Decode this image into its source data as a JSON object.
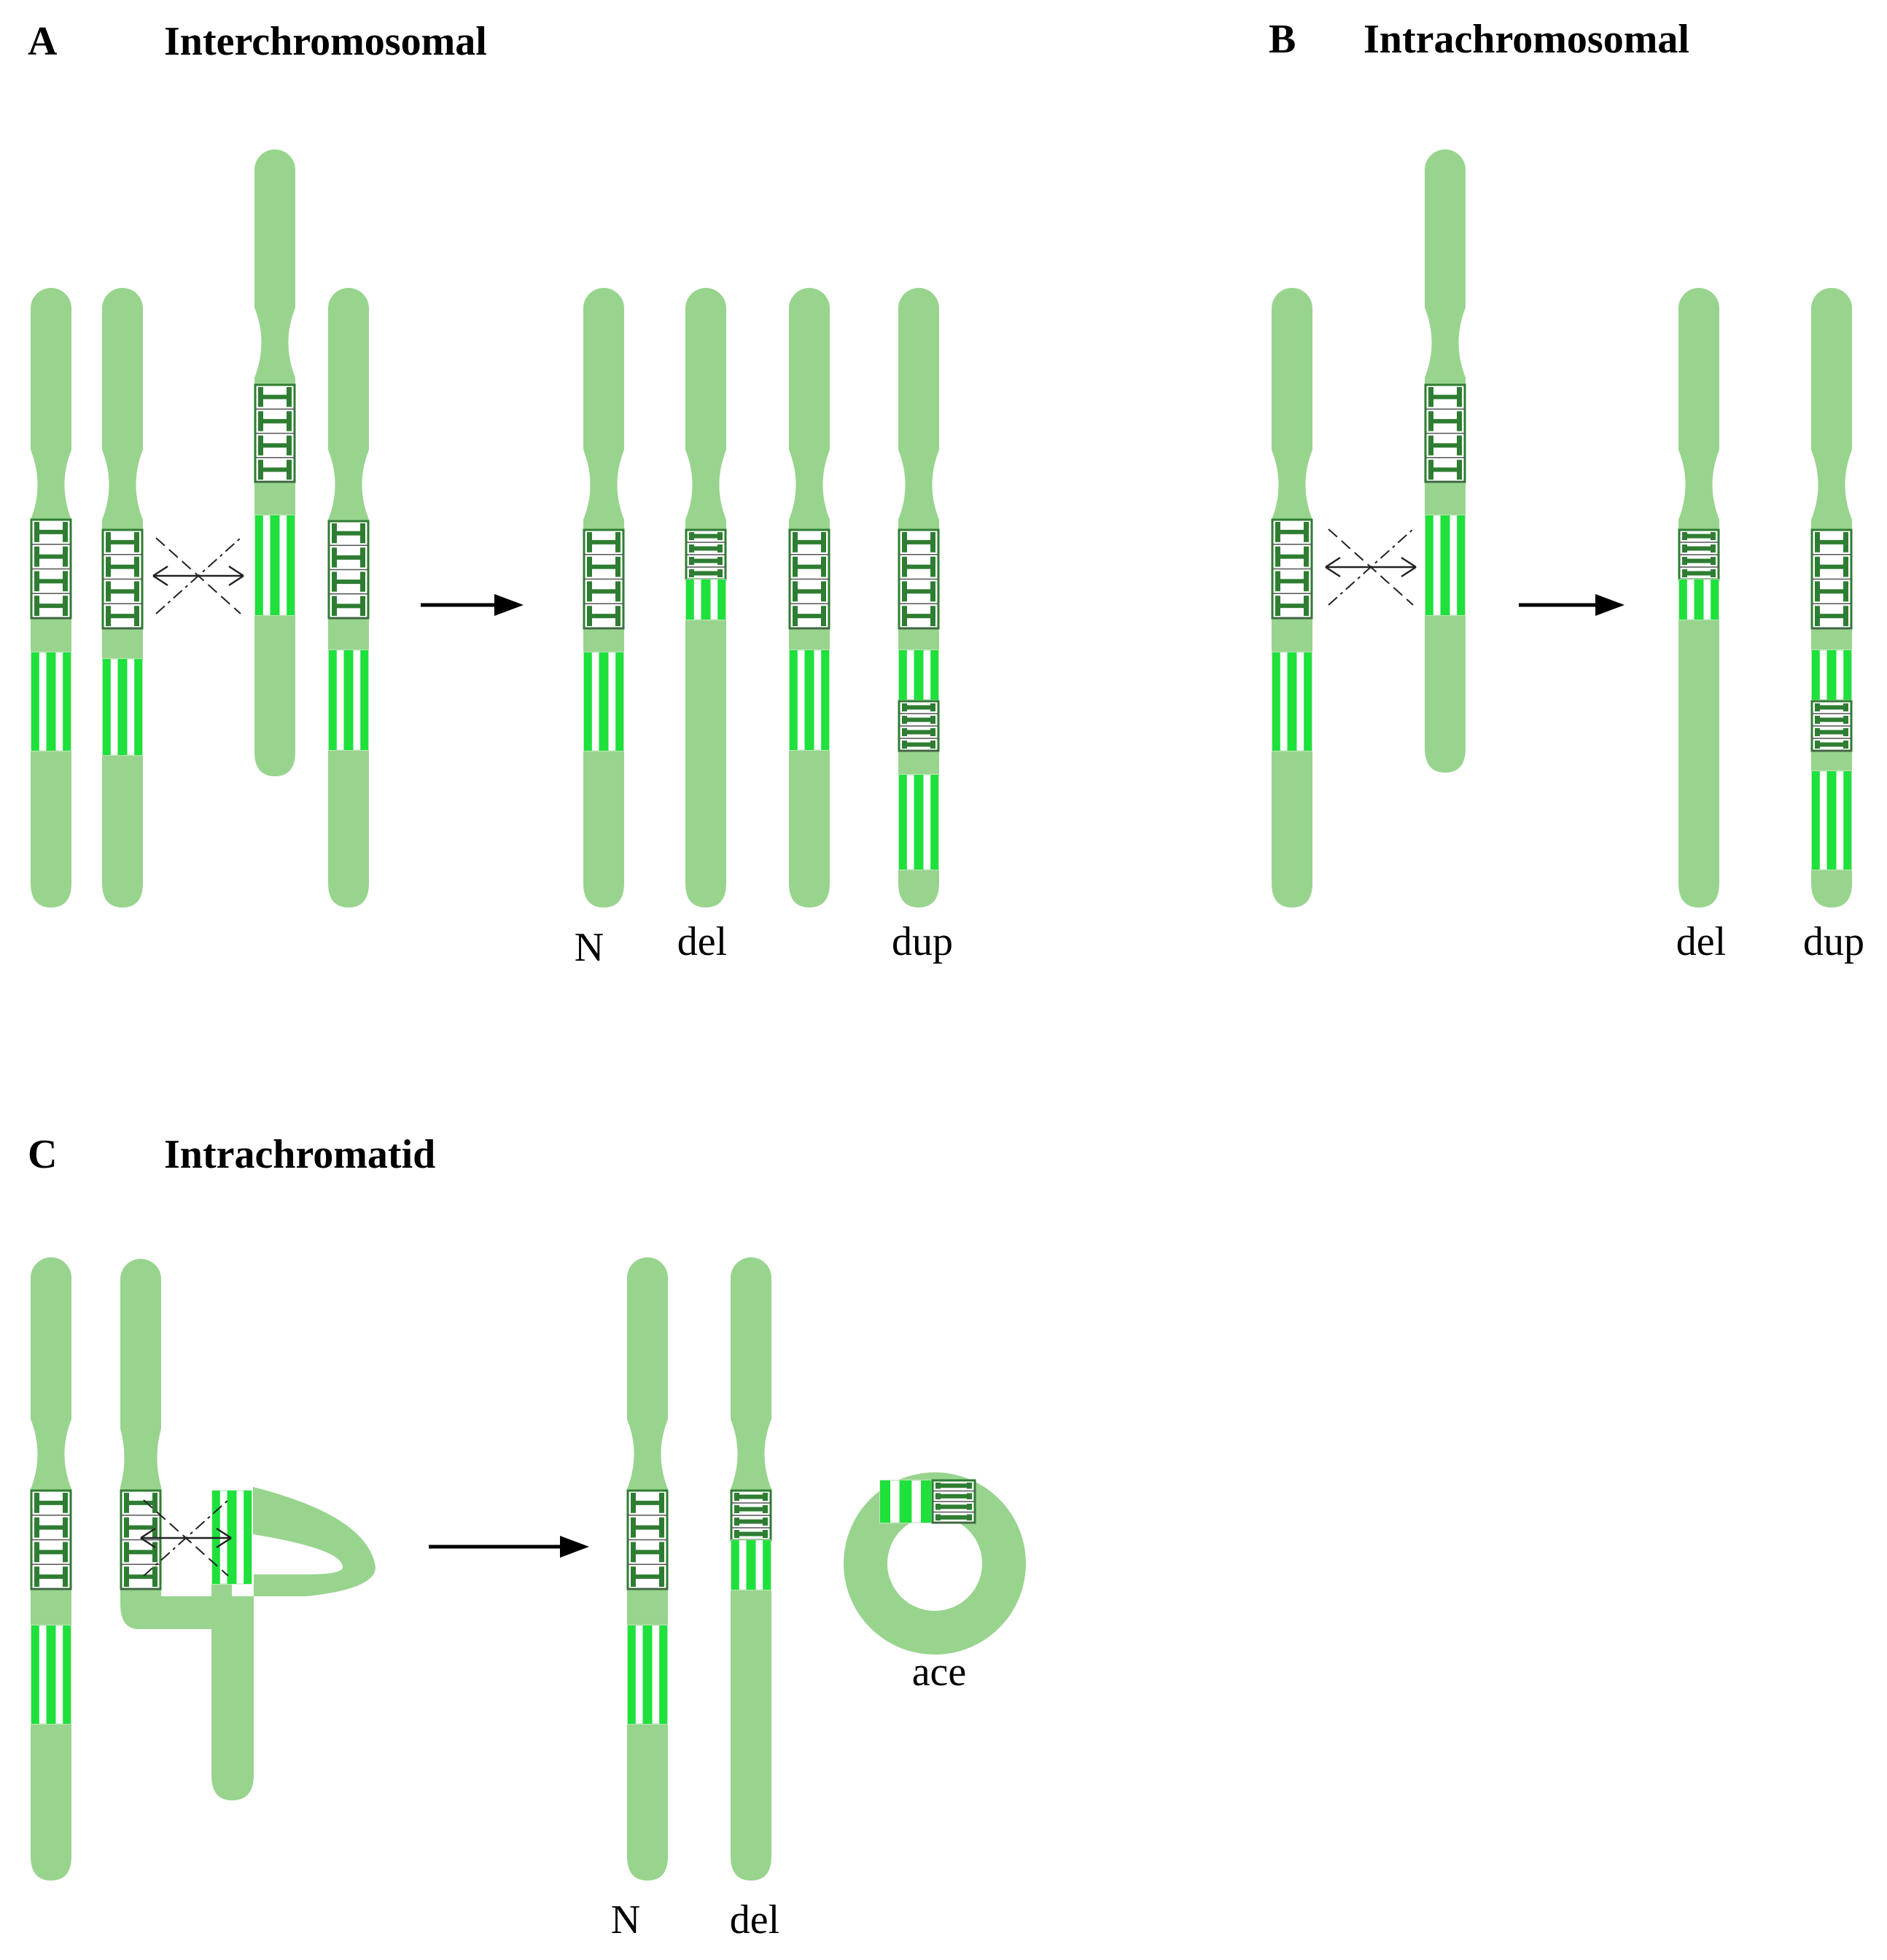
{
  "colors": {
    "chromosome": "#98d48e",
    "bright_band": "#1ee13c",
    "dark_band": "#2e7d32",
    "box_fill": "#ffffff",
    "arrow": "#000000"
  },
  "panels": {
    "a": {
      "letter": "A",
      "title": "Interchromosomal",
      "labels": {
        "n": "N",
        "del": "del",
        "dup": "dup"
      }
    },
    "b": {
      "letter": "B",
      "title": "Intrachromosomal",
      "labels": {
        "del": "del",
        "dup": "dup"
      }
    },
    "c": {
      "letter": "C",
      "title": "Intrachromatid",
      "labels": {
        "n": "N",
        "del": "del",
        "ace": "ace"
      }
    }
  },
  "icons": [
    "dark-h-block-icon",
    "bright-stripe-block-icon",
    "crossover-icon",
    "arrow-right-icon",
    "ring-icon"
  ]
}
